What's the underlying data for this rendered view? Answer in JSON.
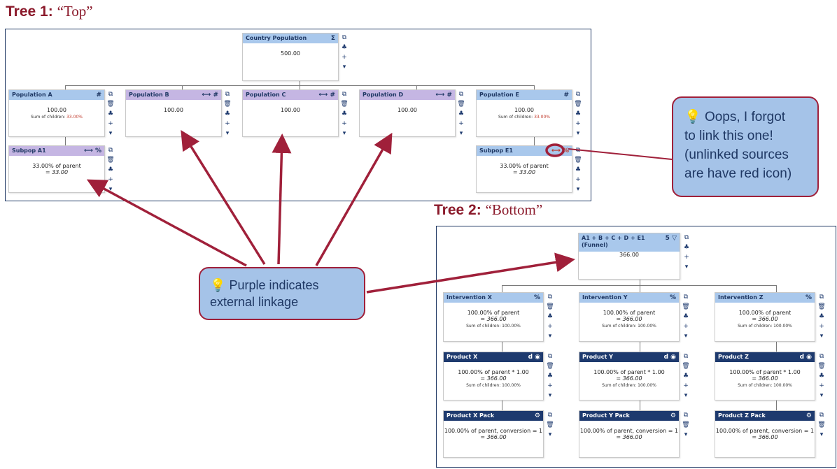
{
  "tree1": {
    "title_bold": "Tree 1:",
    "title_quote": "“Top”"
  },
  "tree2": {
    "title_bold": "Tree 2:",
    "title_quote": "“Bottom”"
  },
  "nodes": {
    "country": {
      "label": "Country Population",
      "sym": "Σ",
      "value": "500.00"
    },
    "popA": {
      "label": "Population A",
      "sym": "#",
      "value": "100.00",
      "sum_label": "Sum of children:",
      "sum_value": "33.00%"
    },
    "popB": {
      "label": "Population B",
      "sym": "⟷ #",
      "value": "100.00"
    },
    "popC": {
      "label": "Population C",
      "sym": "⟷ #",
      "value": "100.00"
    },
    "popD": {
      "label": "Population D",
      "sym": "⟷ #",
      "value": "100.00"
    },
    "popE": {
      "label": "Population E",
      "sym": "#",
      "value": "100.00",
      "sum_label": "Sum of children:",
      "sum_value": "33.00%"
    },
    "subA1": {
      "label": "Subpop A1",
      "sym": "⟷ %",
      "line1": "33.00% of parent",
      "line2": "= 33.00"
    },
    "subE1": {
      "label": "Subpop E1",
      "sym": "⟷ %",
      "line1": "33.00% of parent",
      "line2": "= 33.00"
    },
    "funnel": {
      "label1": "A1 + B + C + D + E1",
      "label2": "(Funnel)",
      "sym": "5 ▽",
      "value": "366.00"
    },
    "intX": {
      "label": "Intervention X",
      "sym": "%",
      "line1": "100.00% of parent",
      "line2": "= 366.00",
      "sum": "Sum of children: 100.00%"
    },
    "intY": {
      "label": "Intervention Y",
      "sym": "%",
      "line1": "100.00% of parent",
      "line2": "= 366.00",
      "sum": "Sum of children: 100.00%"
    },
    "intZ": {
      "label": "Intervention Z",
      "sym": "%",
      "line1": "100.00% of parent",
      "line2": "= 366.00",
      "sum": "Sum of children: 100.00%"
    },
    "prodX": {
      "label": "Product X",
      "sym": "d ◉",
      "line1": "100.00% of parent * 1.00",
      "line2": "= 366.00",
      "sum": "Sum of children: 100.00%"
    },
    "prodY": {
      "label": "Product Y",
      "sym": "d ◉",
      "line1": "100.00% of parent * 1.00",
      "line2": "= 366.00",
      "sum": "Sum of children: 100.00%"
    },
    "prodZ": {
      "label": "Product Z",
      "sym": "d ◉",
      "line1": "100.00% of parent * 1.00",
      "line2": "= 366.00",
      "sum": "Sum of children: 100.00%"
    },
    "packX": {
      "label": "Product X Pack",
      "sym": "⚙",
      "line1": "100.00% of parent, conversion = 1",
      "line2": "= 366.00"
    },
    "packY": {
      "label": "Product Y Pack",
      "sym": "⚙",
      "line1": "100.00% of parent, conversion = 1",
      "line2": "= 366.00"
    },
    "packZ": {
      "label": "Product Z Pack",
      "sym": "⚙",
      "line1": "100.00% of parent, conversion = 1",
      "line2": "= 366.00"
    }
  },
  "icons": {
    "copy": "⧉",
    "delete": "🗑",
    "tree": "♣",
    "add": "+",
    "collapse": "▾"
  },
  "callout_purple": {
    "icon": "💡",
    "line1": "Purple indicates",
    "line2": "external linkage"
  },
  "callout_oops": {
    "icon": "💡",
    "line1": "Oops, I forgot",
    "line2": "to link this one!",
    "line3": "(unlinked sources",
    "line4": "are have red icon)"
  },
  "colors": {
    "blue_header": "#a9c8ec",
    "purple_header": "#c5b6e3",
    "navy_header": "#1e3a6e",
    "arrow": "#a0203a",
    "callout_fill": "#a5c3e8"
  }
}
